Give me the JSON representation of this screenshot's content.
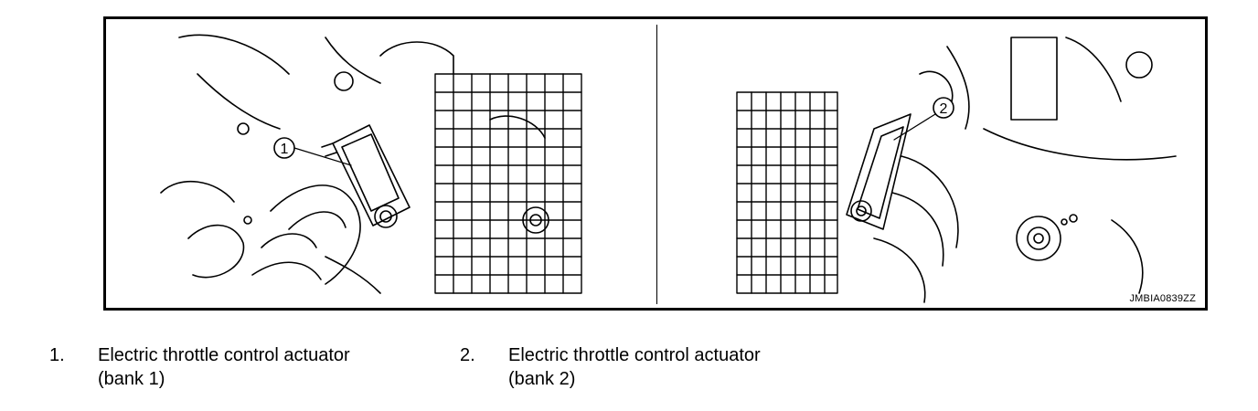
{
  "figure": {
    "id": "JMBIA0839ZZ",
    "callouts": [
      "1",
      "2"
    ]
  },
  "legend": [
    {
      "number": "1.",
      "line1": "Electric throttle control actuator",
      "line2": "(bank 1)"
    },
    {
      "number": "2.",
      "line1": "Electric throttle control actuator",
      "line2": "(bank 2)"
    }
  ]
}
